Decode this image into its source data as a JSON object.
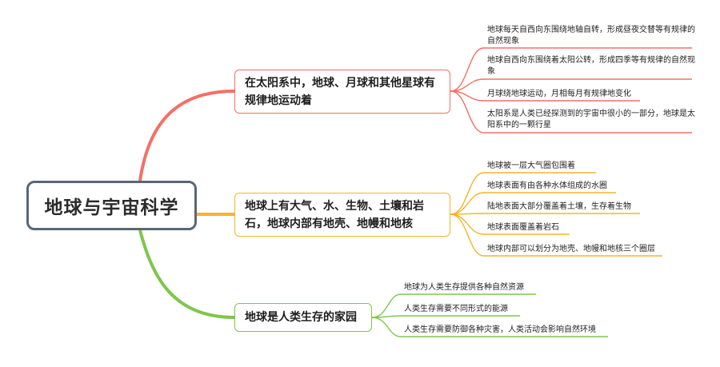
{
  "root": {
    "label": "地球与宇宙科学"
  },
  "colors": {
    "root_border": "#5a6677",
    "branch1": "#f37066",
    "branch2": "#f3b52b",
    "branch3": "#7ec64b"
  },
  "branches": [
    {
      "label": "在太阳系中，地球、月球和其他星球有规律地运动着",
      "children": [
        "地球每天自西向东围绕地轴自转，形成昼夜交替等有规律的自然现象",
        "地球自西向东围绕着太阳公转，形成四季等有规律的自然现象",
        "月球绕地球运动，月相每月有规律地变化",
        "太阳系是人类已经探测到的宇宙中很小的一部分，地球是太阳系中的一颗行星"
      ]
    },
    {
      "label": "地球上有大气、水、生物、土壤和岩石，地球内部有地壳、地幔和地核",
      "children": [
        "地球被一层大气圈包围着",
        "地球表面有由各种水体组成的水圈",
        "陆地表面大部分覆盖着土壤，生存着生物",
        "地球表面覆盖着岩石",
        "地球内部可以划分为地壳、地幔和地核三个圈层"
      ]
    },
    {
      "label": "地球是人类生存的家园",
      "children": [
        "地球为人类生存提供各种自然资源",
        "人类生存需要不同形式的能源",
        "人类生存需要防御各种灾害，人类活动会影响自然环境"
      ]
    }
  ]
}
